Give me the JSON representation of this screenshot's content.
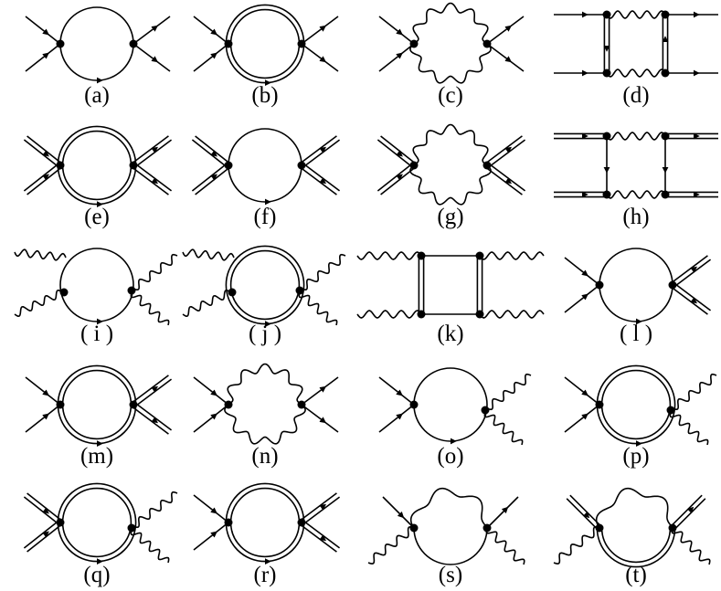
{
  "diagrams": [
    {
      "label": "(a)",
      "loop": "single",
      "left": "single",
      "right": "single",
      "extra": "none"
    },
    {
      "label": "(b)",
      "loop": "double",
      "left": "single",
      "right": "single",
      "extra": "none"
    },
    {
      "label": "(c)",
      "loop": "wavy",
      "left": "single",
      "right": "single",
      "extra": "none"
    },
    {
      "label": "(d)",
      "loop": "box-single",
      "left": "single",
      "right": "single",
      "extra": "none"
    },
    {
      "label": "(e)",
      "loop": "double",
      "left": "double",
      "right": "double",
      "extra": "none"
    },
    {
      "label": "(f)",
      "loop": "single",
      "left": "double",
      "right": "double",
      "extra": "none"
    },
    {
      "label": "(g)",
      "loop": "wavy",
      "left": "double",
      "right": "double",
      "extra": "none"
    },
    {
      "label": "(h)",
      "loop": "box-double",
      "left": "double",
      "right": "double",
      "extra": "none"
    },
    {
      "label": "( i )",
      "loop": "single",
      "left": "wavy",
      "right": "wavy",
      "extra": "none"
    },
    {
      "label": "( j )",
      "loop": "double",
      "left": "wavy",
      "right": "wavy",
      "extra": "none"
    },
    {
      "label": "(k)",
      "loop": "box-wavy",
      "left": "wavy",
      "right": "wavy",
      "extra": "none"
    },
    {
      "label": "( l )",
      "loop": "single",
      "left": "single",
      "right": "double",
      "extra": "none"
    },
    {
      "label": "(m)",
      "loop": "double",
      "left": "single",
      "right": "double",
      "extra": "none"
    },
    {
      "label": "(n)",
      "loop": "wavy",
      "left": "single",
      "right": "single",
      "extra": "none"
    },
    {
      "label": "(o)",
      "loop": "single",
      "left": "single",
      "right": "wavy",
      "extra": "none"
    },
    {
      "label": "(p)",
      "loop": "double",
      "left": "single",
      "right": "wavy",
      "extra": "none"
    },
    {
      "label": "(q)",
      "loop": "double",
      "left": "double",
      "right": "wavy",
      "extra": "none"
    },
    {
      "label": "(r)",
      "loop": "double",
      "left": "single",
      "right": "double",
      "extra": "none"
    },
    {
      "label": "(s)",
      "loop": "half-wavy-single",
      "left": "wavy",
      "right": "wavy",
      "extra": "none"
    },
    {
      "label": "(t)",
      "loop": "half-wavy-double",
      "left": "wavy",
      "right": "wavy",
      "extra": "none"
    }
  ]
}
